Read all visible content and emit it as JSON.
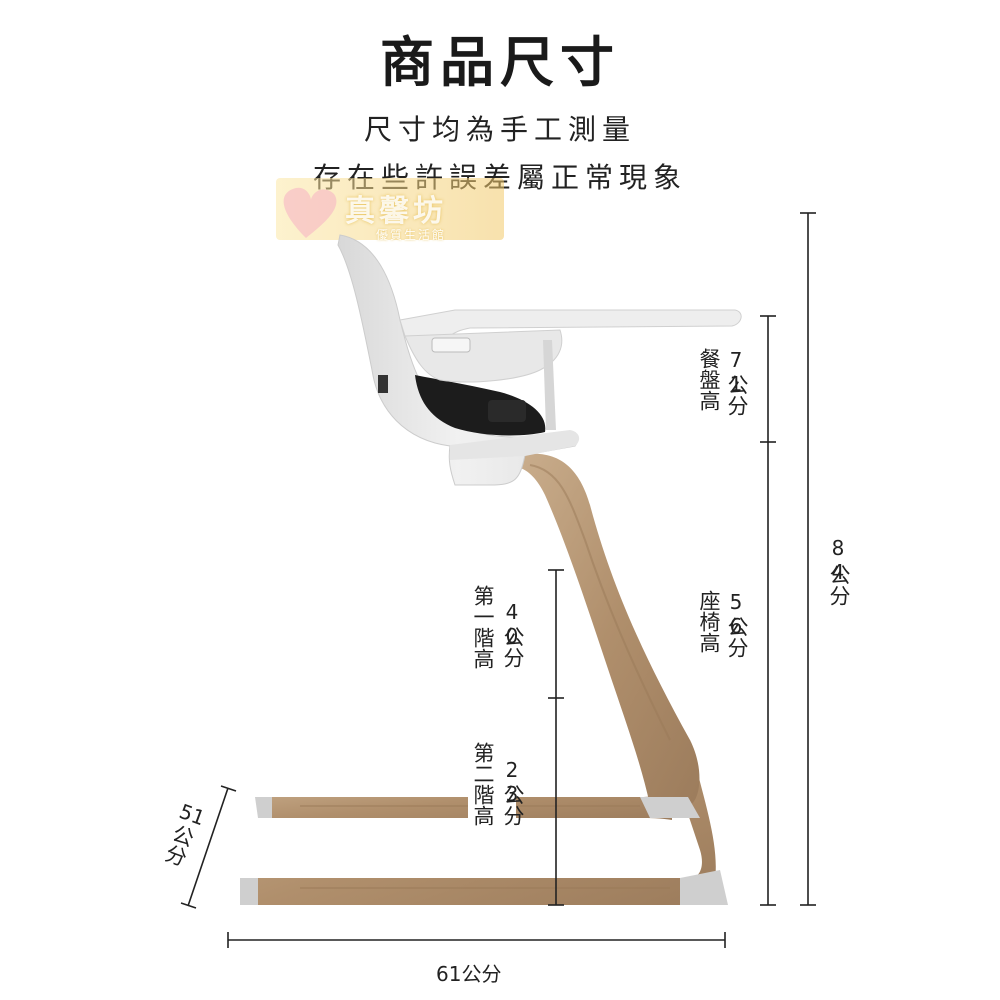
{
  "title": "商品尺寸",
  "subtitle_line1": "尺寸均為手工測量",
  "subtitle_line2": "存在些許誤差屬正常現象",
  "watermark": {
    "name": "真馨坊",
    "tagline": "優質生活館"
  },
  "dimensions": {
    "total_height": {
      "value": "84",
      "unit": "公分"
    },
    "tray_height": {
      "label": "餐盤高",
      "value": "71",
      "unit": "公分"
    },
    "seat_height": {
      "label": "座椅高",
      "value": "56",
      "unit": "公分"
    },
    "step1_height": {
      "label": "第一階高",
      "value": "40",
      "unit": "公分"
    },
    "step2_height": {
      "label": "第二階高",
      "value": "23",
      "unit": "公分"
    },
    "depth": {
      "value": "51",
      "unit": "公分"
    },
    "width": {
      "text": "61公分"
    }
  },
  "colors": {
    "seat": "#eeeeee",
    "wood": "#b89a78",
    "harness": "#1c1c1c",
    "line": "#222222"
  }
}
